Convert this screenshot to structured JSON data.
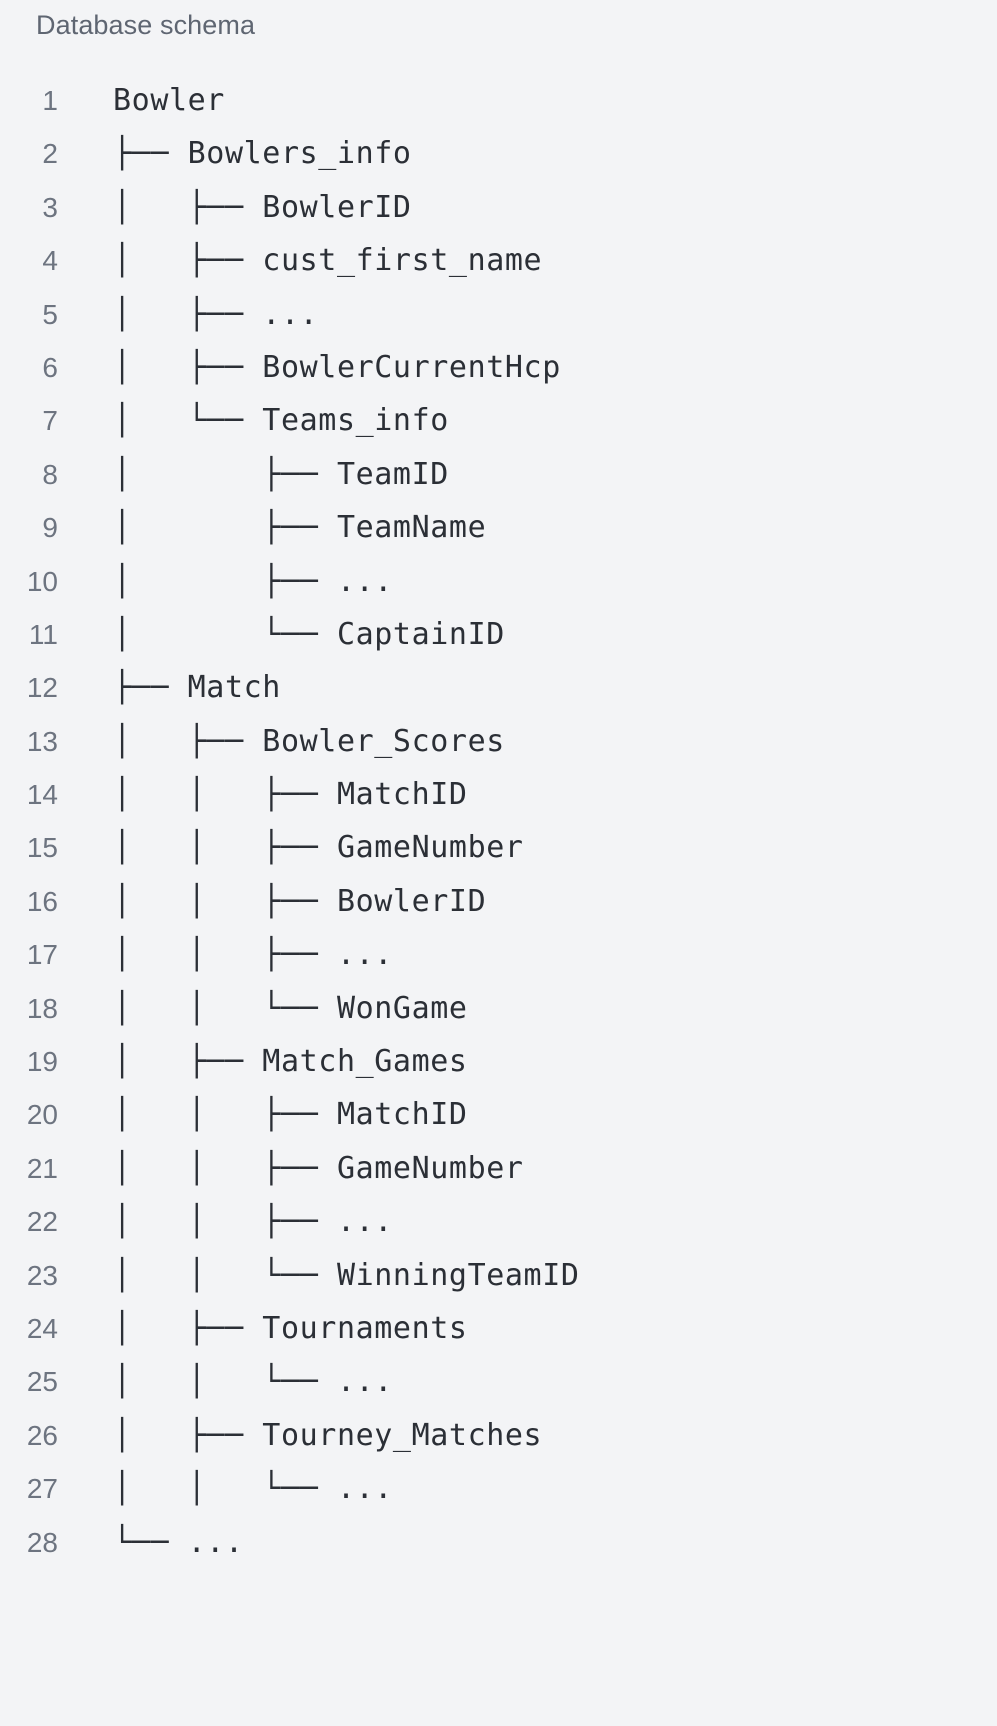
{
  "panel": {
    "title": "Database schema",
    "background_color": "#f3f4f6",
    "title_color": "#5f6672",
    "code_color": "#2b2f36",
    "line_number_color": "#6d7480"
  },
  "code": {
    "total_lines": 28,
    "lines": [
      {
        "number": "1",
        "text": "Bowler"
      },
      {
        "number": "2",
        "text": "├── Bowlers_info"
      },
      {
        "number": "3",
        "text": "│   ├── BowlerID"
      },
      {
        "number": "4",
        "text": "│   ├── cust_first_name"
      },
      {
        "number": "5",
        "text": "│   ├── ..."
      },
      {
        "number": "6",
        "text": "│   ├── BowlerCurrentHcp"
      },
      {
        "number": "7",
        "text": "│   └── Teams_info"
      },
      {
        "number": "8",
        "text": "│       ├── TeamID"
      },
      {
        "number": "9",
        "text": "│       ├── TeamName"
      },
      {
        "number": "10",
        "text": "│       ├── ..."
      },
      {
        "number": "11",
        "text": "│       └── CaptainID"
      },
      {
        "number": "12",
        "text": "├── Match"
      },
      {
        "number": "13",
        "text": "│   ├── Bowler_Scores"
      },
      {
        "number": "14",
        "text": "│   │   ├── MatchID"
      },
      {
        "number": "15",
        "text": "│   │   ├── GameNumber"
      },
      {
        "number": "16",
        "text": "│   │   ├── BowlerID"
      },
      {
        "number": "17",
        "text": "│   │   ├── ..."
      },
      {
        "number": "18",
        "text": "│   │   └── WonGame"
      },
      {
        "number": "19",
        "text": "│   ├── Match_Games"
      },
      {
        "number": "20",
        "text": "│   │   ├── MatchID"
      },
      {
        "number": "21",
        "text": "│   │   ├── GameNumber"
      },
      {
        "number": "22",
        "text": "│   │   ├── ..."
      },
      {
        "number": "23",
        "text": "│   │   └── WinningTeamID"
      },
      {
        "number": "24",
        "text": "│   ├── Tournaments"
      },
      {
        "number": "25",
        "text": "│   │   └── ..."
      },
      {
        "number": "26",
        "text": "│   ├── Tourney_Matches"
      },
      {
        "number": "27",
        "text": "│   │   └── ..."
      },
      {
        "number": "28",
        "text": "└── ..."
      }
    ]
  },
  "schema_tree": {
    "root": "Bowler",
    "nodes": [
      {
        "name": "Bowlers_info",
        "type": "table",
        "columns": [
          "BowlerID",
          "cust_first_name",
          "...",
          "BowlerCurrentHcp"
        ],
        "children": [
          {
            "name": "Teams_info",
            "type": "table",
            "columns": [
              "TeamID",
              "TeamName",
              "...",
              "CaptainID"
            ]
          }
        ]
      },
      {
        "name": "Match",
        "type": "table",
        "children": [
          {
            "name": "Bowler_Scores",
            "type": "table",
            "columns": [
              "MatchID",
              "GameNumber",
              "BowlerID",
              "...",
              "WonGame"
            ]
          },
          {
            "name": "Match_Games",
            "type": "table",
            "columns": [
              "MatchID",
              "GameNumber",
              "...",
              "WinningTeamID"
            ]
          },
          {
            "name": "Tournaments",
            "type": "table",
            "columns": [
              "..."
            ]
          },
          {
            "name": "Tourney_Matches",
            "type": "table",
            "columns": [
              "..."
            ]
          }
        ]
      },
      {
        "name": "...",
        "type": "ellipsis"
      }
    ]
  }
}
